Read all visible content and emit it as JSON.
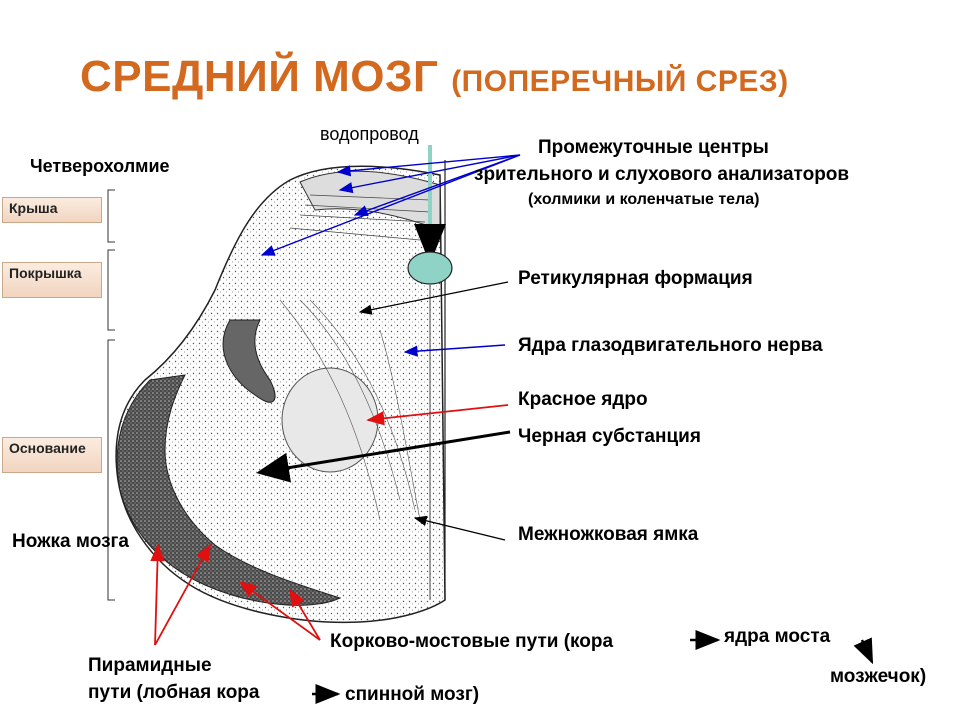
{
  "title": {
    "main": "СРЕДНИЙ МОЗГ",
    "sub": "(ПОПЕРЕЧНЫЙ СРЕЗ)"
  },
  "colors": {
    "title": "#d2691e",
    "blue_arrow": "#0000cc",
    "red_arrow": "#e01010",
    "aqueduct": "#8fd3c6"
  },
  "labels": {
    "aqueduct": "водопровод",
    "quadrigemina": "Четверохолмие",
    "intermediate_centers_1": "Промежуточные центры",
    "intermediate_centers_2": "зрительного и слухового анализаторов",
    "intermediate_centers_3": "(холмики и коленчатые тела)",
    "reticular": "Ретикулярная формация",
    "oculomotor": "Ядра глазодвигательного нерва",
    "red_nucleus": "Красное ядро",
    "substantia_nigra": "Черная субстанция",
    "interpeduncular": "Межножковая ямка",
    "cerebral_peduncle": "Ножка мозга",
    "corticopontine": "Корково-мостовые пути (кора",
    "pons_nuclei": "ядра моста",
    "cerebellum": "мозжечок)",
    "pyramidal_1": "Пирамидные",
    "pyramidal_2": "пути (лобная кора",
    "spinal_cord": "спинной мозг)"
  },
  "sections": {
    "roof": "Крыша",
    "tegmentum": "Покрышка",
    "base": "Основание"
  }
}
